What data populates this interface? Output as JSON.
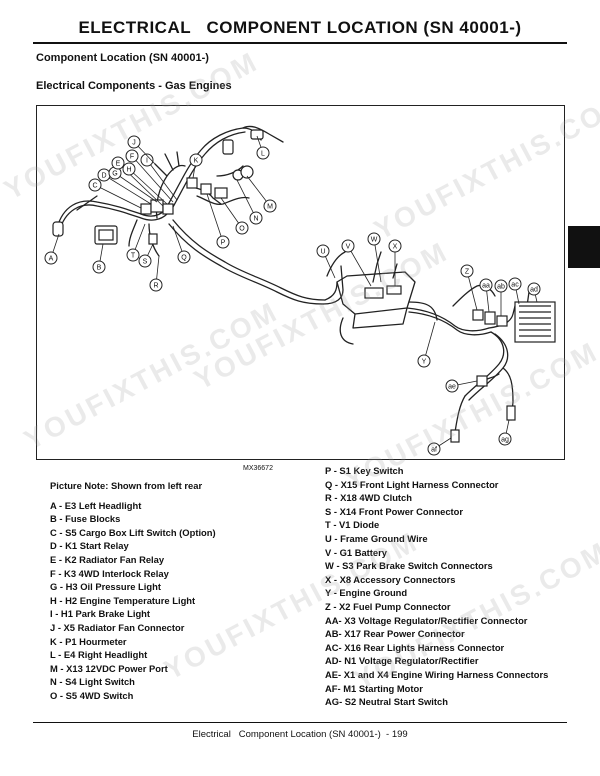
{
  "header": {
    "title": "ELECTRICAL   COMPONENT LOCATION (SN 40001-)",
    "section": "Component Location (SN 40001-)",
    "subsection": "Electrical Components - Gas Engines"
  },
  "figure": {
    "id": "MX36672",
    "callouts": [
      "A",
      "B",
      "C",
      "D",
      "E",
      "F",
      "G",
      "H",
      "I",
      "J",
      "K",
      "L",
      "M",
      "N",
      "O",
      "P",
      "Q",
      "R",
      "S",
      "T",
      "U",
      "V",
      "W",
      "X",
      "Y",
      "Z",
      "aa",
      "ab",
      "ac",
      "ad",
      "ae",
      "af",
      "ag"
    ]
  },
  "legend": {
    "note": "Picture Note: Shown from left rear",
    "items": [
      "A - E3 Left Headlight",
      "B - Fuse Blocks",
      "C - S5 Cargo Box Lift Switch (Option)",
      "D - K1 Start Relay",
      "E - K2 Radiator Fan Relay",
      "F - K3 4WD Interlock Relay",
      "G - H3 Oil Pressure Light",
      "H - H2 Engine Temperature Light",
      "I - H1 Park Brake Light",
      "J - X5 Radiator Fan Connector",
      "K - P1 Hourmeter",
      "L - E4 Right Headlight",
      "M - X13 12VDC Power Port",
      "N - S4 Light Switch",
      "O - S5 4WD Switch",
      "P - S1 Key Switch",
      "Q - X15 Front Light Harness Connector",
      "R - X18 4WD Clutch",
      "S - X14 Front Power Connector",
      "T - V1 Diode",
      "U - Frame Ground Wire",
      "V - G1 Battery",
      "W - S3 Park Brake Switch Connectors",
      "X - X8 Accessory Connectors",
      "Y - Engine Ground",
      "Z - X2 Fuel Pump Connector",
      "AA- X3 Voltage Regulator/Rectifier Connector",
      "AB- X17 Rear Power Connector",
      "AC- X16 Rear Lights Harness Connector",
      "AD- N1 Voltage Regulator/Rectifier",
      "AE- X1 and X4 Engine Wiring Harness Connectors",
      "AF- M1 Starting Motor",
      "AG- S2 Neutral Start Switch"
    ]
  },
  "footer": {
    "text": "Electrical   Component Location (SN 40001-)  - 199"
  },
  "watermark": "YOUFIXTHIS.COM"
}
